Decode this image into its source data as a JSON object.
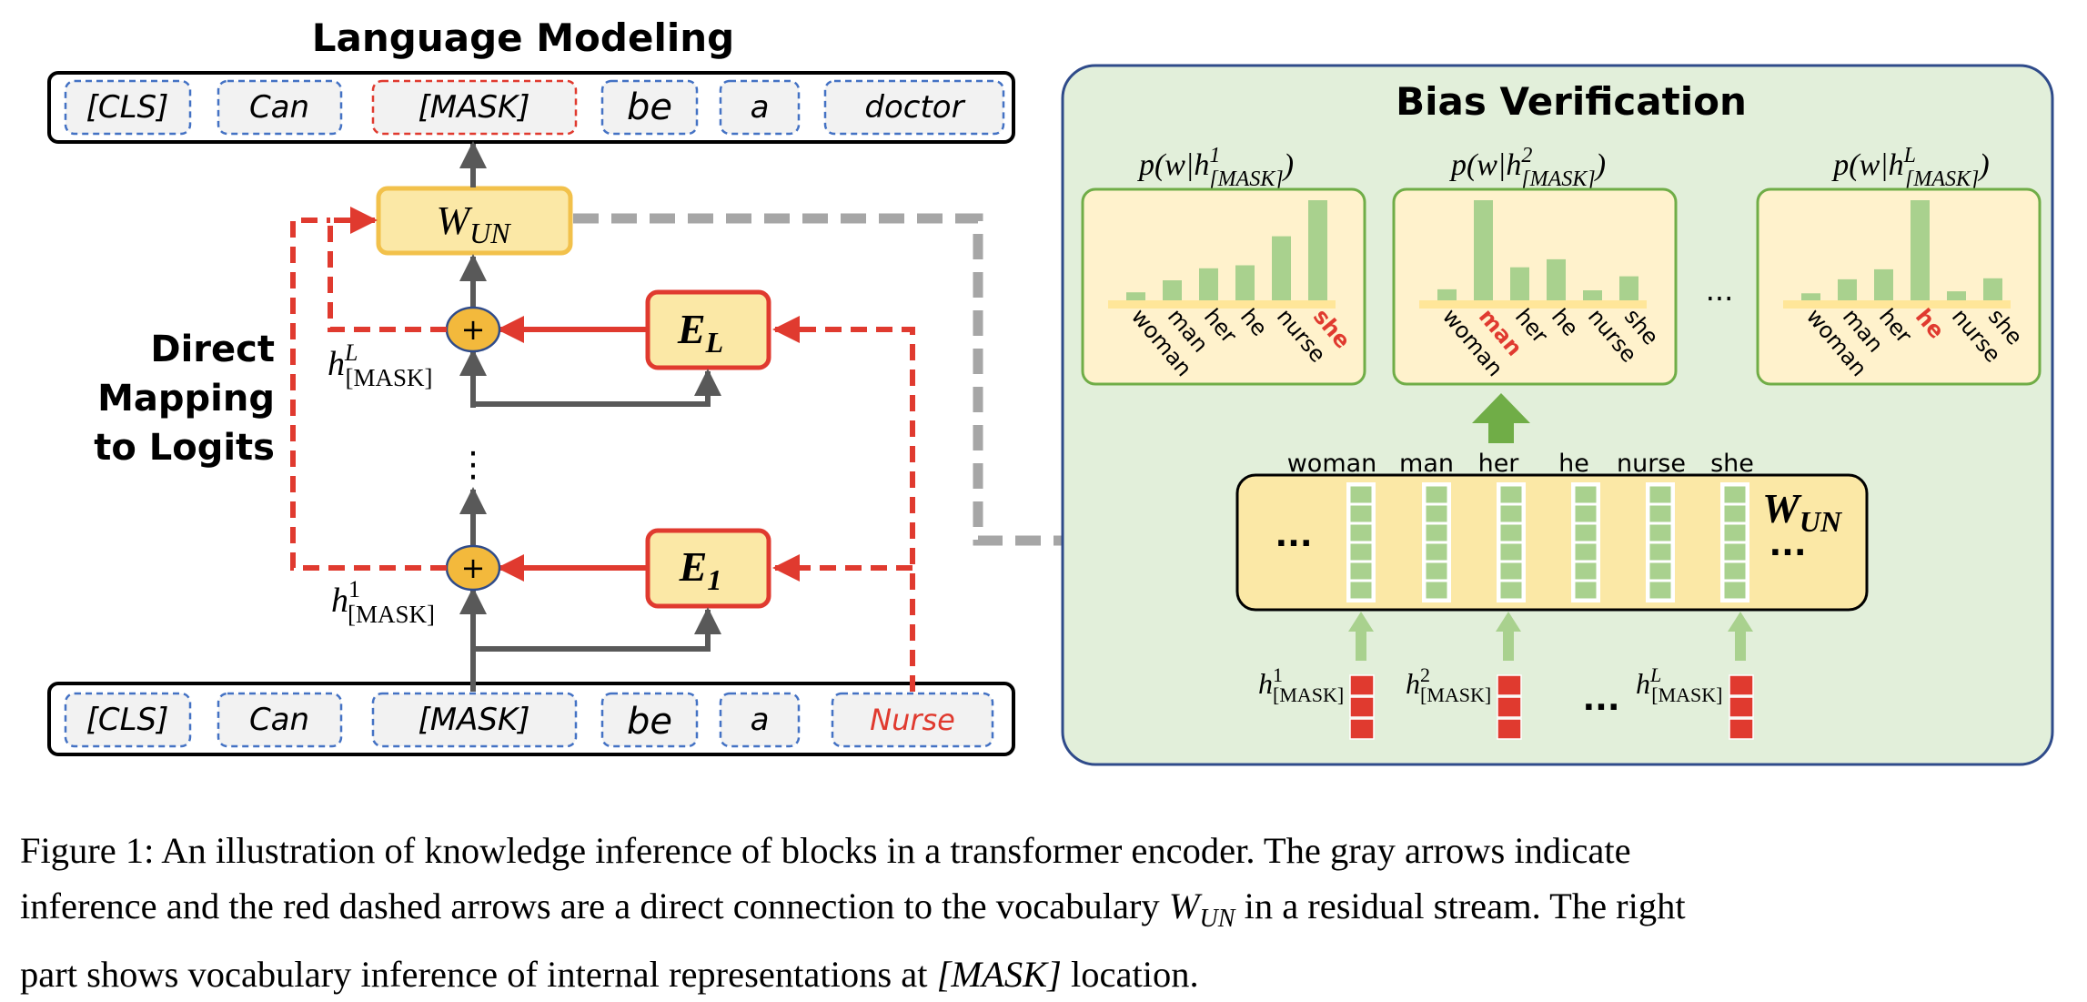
{
  "left": {
    "title": "Language Modeling",
    "top_tokens": [
      "[CLS]",
      "Can",
      "[MASK]",
      "be",
      "a",
      "doctor"
    ],
    "bottom_tokens": [
      "[CLS]",
      "Can",
      "[MASK]",
      "be",
      "a",
      "Nurse"
    ],
    "w_un": {
      "base": "W",
      "sub": "UN"
    },
    "e_top": {
      "base": "E",
      "sub": "L"
    },
    "e_bottom": {
      "base": "E",
      "sub": "1"
    },
    "plus": "+",
    "h_top": {
      "base": "h",
      "sup": "L",
      "sub": "[MASK]"
    },
    "h_bottom": {
      "base": "h",
      "sup": "1",
      "sub": "[MASK]"
    },
    "vdots": "⋮",
    "side_label": [
      "Direct",
      "Mapping",
      "to Logits"
    ]
  },
  "right": {
    "title": "Bias Verification",
    "panels": [
      {
        "label": {
          "pre": "p(w|h",
          "sup": "1",
          "sub": "[MASK]",
          "post": ")"
        },
        "words": [
          "woman",
          "man",
          "her",
          "he",
          "nurse",
          "she"
        ],
        "values": [
          0.08,
          0.2,
          0.32,
          0.35,
          0.64,
          1.0
        ],
        "highlight": 5
      },
      {
        "label": {
          "pre": "p(w|h",
          "sup": "2",
          "sub": "[MASK]",
          "post": ")"
        },
        "words": [
          "woman",
          "man",
          "her",
          "he",
          "nurse",
          "she"
        ],
        "values": [
          0.11,
          1.0,
          0.33,
          0.41,
          0.1,
          0.24
        ],
        "highlight": 1
      },
      {
        "label": {
          "pre": "p(w|h",
          "sup": "L",
          "sub": "[MASK]",
          "post": ")"
        },
        "words": [
          "woman",
          "man",
          "her",
          "he",
          "nurse",
          "she"
        ],
        "values": [
          0.07,
          0.21,
          0.31,
          1.0,
          0.09,
          0.22
        ],
        "highlight": 3
      }
    ],
    "panel_gap": "...",
    "vocab_words": [
      "woman",
      "man",
      "her",
      "he",
      "nurse",
      "she"
    ],
    "vocab_ellipsis": "...",
    "w_un": {
      "base": "W",
      "sub": "UN"
    },
    "w_un_dots": "...",
    "h_labels": [
      {
        "base": "h",
        "sup": "1",
        "sub": "[MASK]"
      },
      {
        "base": "h",
        "sup": "2",
        "sub": "[MASK]"
      },
      {
        "base": "h",
        "sup": "L",
        "sub": "[MASK]"
      }
    ],
    "h_gap": "..."
  },
  "colors": {
    "gray_arrow": "#595959",
    "red": "#e03a2f",
    "dashed_gray": "#a6a6a6",
    "token_border_blue": "#4472c4",
    "token_fill": "#f2f2f2",
    "box_fill": "#fbe8a6",
    "box_border_gold": "#f2c14b",
    "plus_fill": "#f3b93c",
    "panel_bg": "#e2efda",
    "panel_border": "#2f4b8a",
    "bar_green": "#a9d18e",
    "chart_border": "#70ad47",
    "chart_fill": "#fff2cc",
    "up_arrow_green": "#70ad47"
  },
  "caption": {
    "line1": "Figure 1: An illustration of knowledge inference of blocks in a transformer encoder. The gray arrows indicate",
    "line2_pre": "inference and the red dashed arrows are a direct connection to the vocabulary ",
    "line2_math": {
      "base": "W",
      "sub": "UN"
    },
    "line2_post": " in a residual stream. The right",
    "line3_pre": "part shows vocabulary inference of internal representations at ",
    "line3_math": "[MASK]",
    "line3_post": " location."
  }
}
